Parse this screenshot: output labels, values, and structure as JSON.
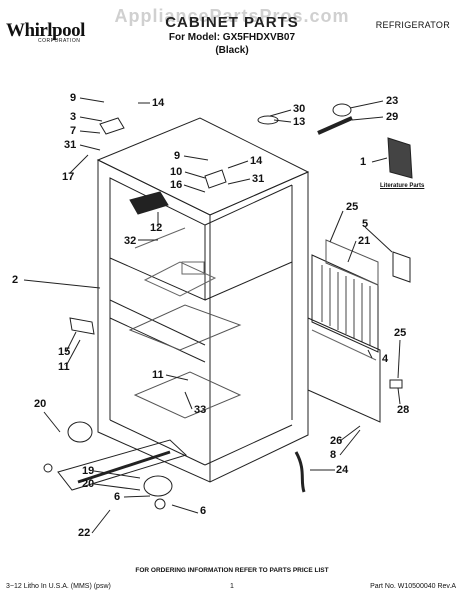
{
  "header": {
    "watermark": "AppliancePartsPros.com",
    "brand": "Whirlpool",
    "brand_sub": "CORPORATION",
    "title": "CABINET PARTS",
    "model_line": "For Model: GX5FHDXVB07",
    "color_line": "(Black)",
    "category": "REFRIGERATOR"
  },
  "literature_label": "Literature Parts",
  "callouts": [
    {
      "id": "c9a",
      "text": "9"
    },
    {
      "id": "c14a",
      "text": "14"
    },
    {
      "id": "c3",
      "text": "3"
    },
    {
      "id": "c7",
      "text": "7"
    },
    {
      "id": "c31a",
      "text": "31"
    },
    {
      "id": "c17",
      "text": "17"
    },
    {
      "id": "c30",
      "text": "30"
    },
    {
      "id": "c13",
      "text": "13"
    },
    {
      "id": "c23",
      "text": "23"
    },
    {
      "id": "c29",
      "text": "29"
    },
    {
      "id": "c1",
      "text": "1"
    },
    {
      "id": "c9b",
      "text": "9"
    },
    {
      "id": "c14b",
      "text": "14"
    },
    {
      "id": "c10",
      "text": "10"
    },
    {
      "id": "c16",
      "text": "16"
    },
    {
      "id": "c31b",
      "text": "31"
    },
    {
      "id": "c12",
      "text": "12"
    },
    {
      "id": "c32",
      "text": "32"
    },
    {
      "id": "c25a",
      "text": "25"
    },
    {
      "id": "c5",
      "text": "5"
    },
    {
      "id": "c21",
      "text": "21"
    },
    {
      "id": "c2",
      "text": "2"
    },
    {
      "id": "c15",
      "text": "15"
    },
    {
      "id": "c11a",
      "text": "11"
    },
    {
      "id": "c25b",
      "text": "25"
    },
    {
      "id": "c4",
      "text": "4"
    },
    {
      "id": "c11b",
      "text": "11"
    },
    {
      "id": "c33",
      "text": "33"
    },
    {
      "id": "c28",
      "text": "28"
    },
    {
      "id": "c20a",
      "text": "20"
    },
    {
      "id": "c26",
      "text": "26"
    },
    {
      "id": "c8",
      "text": "8"
    },
    {
      "id": "c24",
      "text": "24"
    },
    {
      "id": "c19",
      "text": "19"
    },
    {
      "id": "c20b",
      "text": "20"
    },
    {
      "id": "c6a",
      "text": "6"
    },
    {
      "id": "c6b",
      "text": "6"
    },
    {
      "id": "c22",
      "text": "22"
    }
  ],
  "footer": {
    "notice": "FOR ORDERING INFORMATION REFER TO PARTS PRICE LIST",
    "left": "3−12 Litho In U.S.A. (MMS) (psw)",
    "page": "1",
    "part_no": "Part No. W10500040 Rev.A"
  }
}
